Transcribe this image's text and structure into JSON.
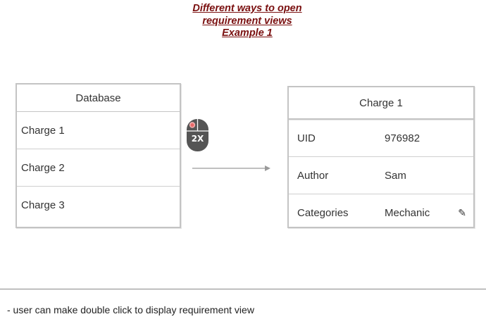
{
  "title": {
    "line1": "Different ways to open",
    "line2": "requirement views",
    "line3": "Example 1"
  },
  "database": {
    "header": "Database",
    "items": [
      "Charge 1",
      "Charge 2",
      "Charge 3"
    ]
  },
  "gesture": {
    "icon": "mouse-icon",
    "count": "2X"
  },
  "requirement_view": {
    "header": "Charge 1",
    "fields": [
      {
        "label": "UID",
        "value": "976982"
      },
      {
        "label": "Author",
        "value": "Sam"
      },
      {
        "label": "Categories",
        "value": "Mechanic"
      }
    ],
    "edit_icon": "✎"
  },
  "note": "- user can make double click to display requirement view",
  "colors": {
    "title": "#7a1010",
    "border": "#c4c4c4",
    "mouse_body": "#555555",
    "mouse_button": "#e86a6a"
  }
}
